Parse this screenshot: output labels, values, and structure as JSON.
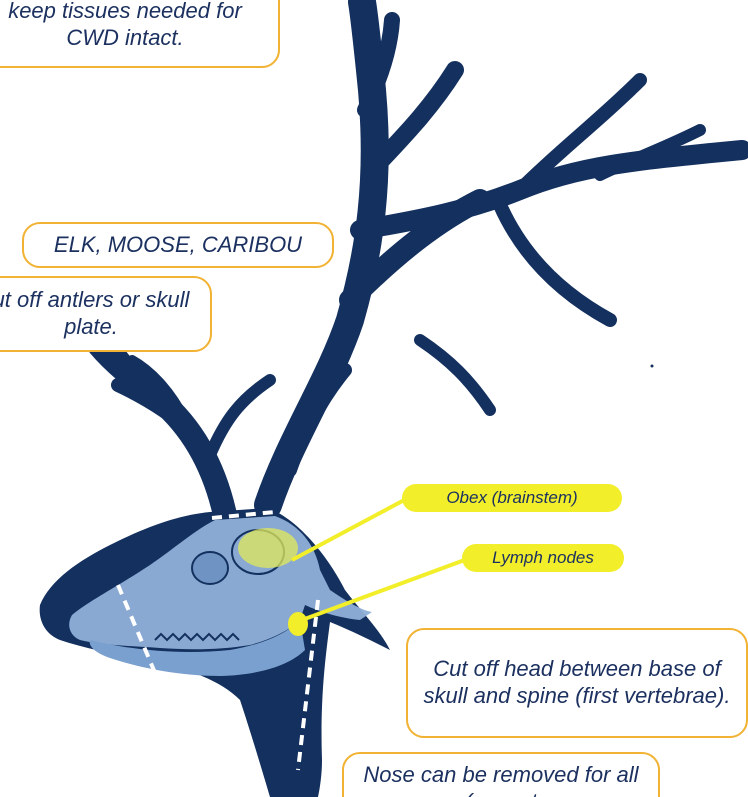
{
  "callouts": {
    "keep_tissues": "keep tissues needed for CWD intact.",
    "species": "ELK, MOOSE, CARIBOU",
    "cut_antlers": "ut off antlers or skull plate.",
    "cut_head": "Cut off head between base of skull and spine (first vertebrae).",
    "nose": "Nose can be removed for all (except"
  },
  "labels": {
    "obex": "Obex (brainstem)",
    "lymph": "Lymph nodes"
  },
  "colors": {
    "navy": "#13305e",
    "skull": "#8fb0d8",
    "callout_border": "#f2b233",
    "highlight": "#f2ee2a"
  }
}
